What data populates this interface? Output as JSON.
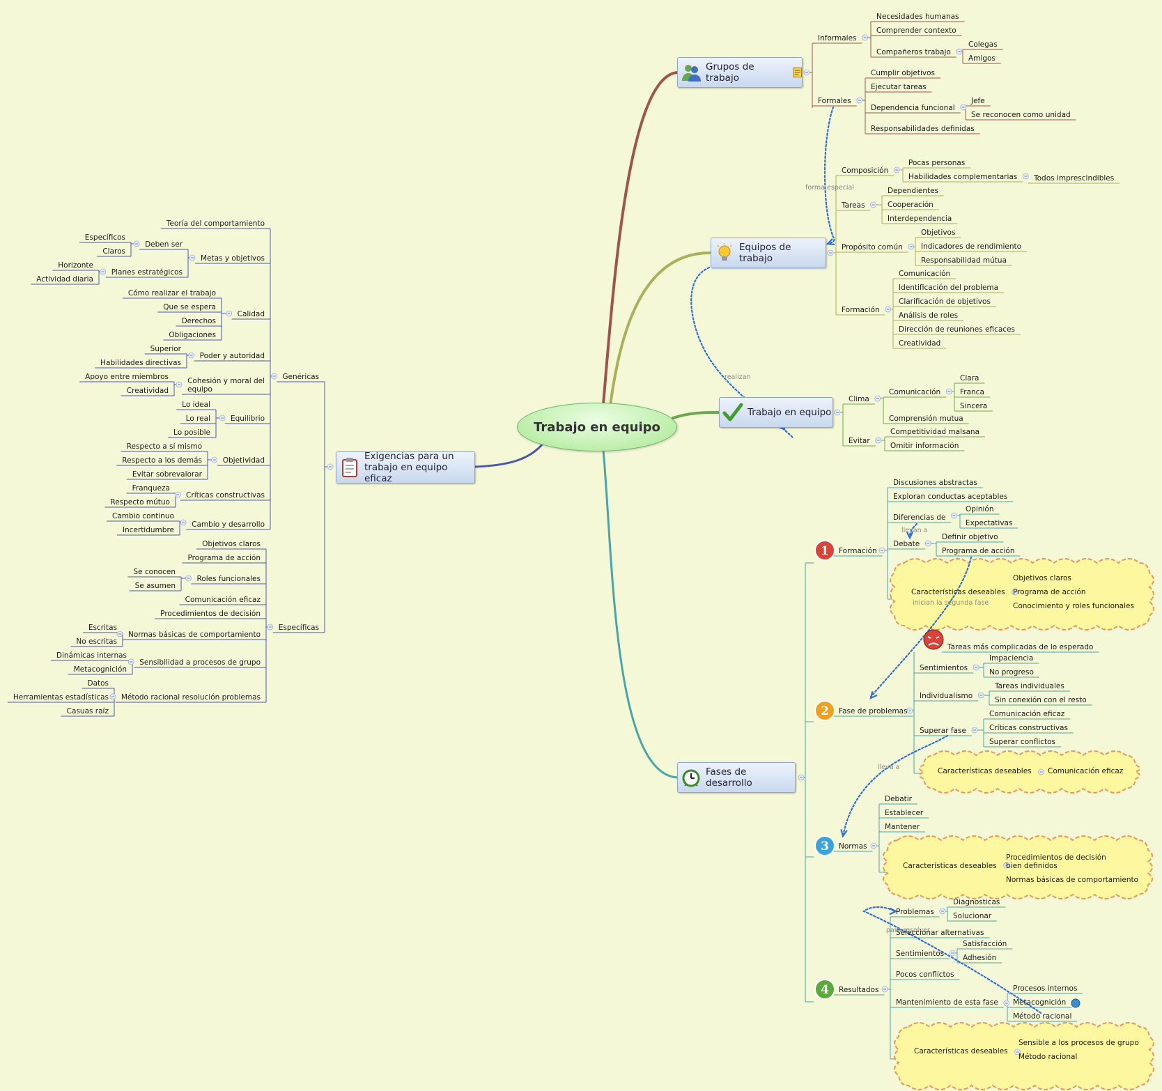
{
  "central": "Trabajo en equipo",
  "topics": [
    {
      "id": "grupos",
      "label": "Grupos de trabajo",
      "icon": "group-users-icon",
      "note_icon": "note-icon",
      "color": "#a0524f"
    },
    {
      "id": "equipos",
      "label": "Equipos de trabajo",
      "icon": "lightbulb-icon",
      "color": "#a8b15a"
    },
    {
      "id": "trabajo",
      "label": "Trabajo en equipo",
      "icon": "checkmark-icon",
      "color": "#6aa84f"
    },
    {
      "id": "fases",
      "label": "Fases de desarrollo",
      "icon": "alarm-clock-icon",
      "color": "#4aa5a8"
    },
    {
      "id": "exigencias",
      "label": "Exigencias para un trabajo en equipo eficaz",
      "label_lines": [
        "Exigencias para un",
        "trabajo en equipo eficaz"
      ],
      "icon": "clipboard-icon",
      "color": "#4b56b0"
    }
  ],
  "grupos": {
    "informales": {
      "label": "Informales",
      "children": [
        "Necesidades humanas",
        "Comprender contexto",
        "Compañeros trabajo"
      ],
      "companeros": [
        "Colegas",
        "Amigos"
      ]
    },
    "formales": {
      "label": "Formales",
      "children": [
        "Cumplir objetivos",
        "Ejecutar tareas",
        "Dependencia funcional",
        "Responsabilidades definidas"
      ],
      "dependencia": [
        "Jefe",
        "Se reconocen como unidad"
      ]
    }
  },
  "equipos": {
    "composicion": {
      "label": "Composición",
      "children": [
        "Pocas personas",
        "Habilidades complementarias"
      ],
      "habilidades": [
        "Todos imprescindibles"
      ]
    },
    "tareas": {
      "label": "Tareas",
      "children": [
        "Dependientes",
        "Cooperación",
        "Interdependencia"
      ]
    },
    "proposito": {
      "label": "Propósito común",
      "children": [
        "Objetivos",
        "Indicadores de rendimiento",
        "Responsabilidad mútua"
      ]
    },
    "formacion": {
      "label": "Formación",
      "children": [
        "Comunicación",
        "Identificación del problema",
        "Clarificación de objetivos",
        "Análisis de roles",
        "Dirección de reuniones eficaces",
        "Creatividad"
      ]
    }
  },
  "trabajo": {
    "clima": {
      "label": "Clima",
      "comunicacion": "Comunicación",
      "comunicacion_children": [
        "Clara",
        "Franca",
        "Sincera"
      ],
      "comprension": "Comprensión mutua"
    },
    "evitar": {
      "label": "Evitar",
      "children": [
        "Competitividad malsana",
        "Omitir información"
      ]
    }
  },
  "fases": {
    "formacion": {
      "label": "Formación",
      "badge": "1",
      "children": [
        "Discusiones abstractas",
        "Exploran conductas aceptables",
        "Diferencias de",
        "Debate"
      ],
      "diferencias": [
        "Opinión",
        "Expectativas"
      ],
      "debate": [
        "Definir objetivo",
        "Programa de acción"
      ],
      "cloud_label": "Características deseables",
      "cloud_items": [
        "Objetivos claros",
        "Programa de acción",
        "Conocimiento y roles funcionales"
      ]
    },
    "problemas": {
      "label": "Fase de problemas",
      "badge": "2",
      "angry": "Tareas más complicadas de lo esperado",
      "sentimientos": {
        "label": "Sentimientos",
        "children": [
          "Impaciencia",
          "No progreso"
        ]
      },
      "individualismo": {
        "label": "Individualismo",
        "children": [
          "Tareas individuales",
          "Sin conexión con el resto"
        ]
      },
      "superar": {
        "label": "Superar fase",
        "children": [
          "Comunicación eficaz",
          "Críticas constructivas",
          "Superar conflictos"
        ]
      },
      "cloud_label": "Características deseables",
      "cloud_items": [
        "Comunicación eficaz"
      ]
    },
    "normas": {
      "label": "Normas",
      "badge": "3",
      "children": [
        "Debatir",
        "Establecer",
        "Mantener"
      ],
      "cloud_label": "Características deseables",
      "cloud_items": [
        "Procedimientos de decisión bien definidos",
        "Normas básicas de comportamiento"
      ],
      "cloud_item0_lines": [
        "Procedimientos de decisión",
        "bien definidos"
      ]
    },
    "resultados": {
      "label": "Resultados",
      "badge": "4",
      "problemas": {
        "label": "Problemas",
        "children": [
          "Diagnosticas",
          "Solucionar"
        ]
      },
      "seleccionar": "Seleccionar alternativas",
      "sentimientos": {
        "label": "Sentimientos",
        "children": [
          "Satisfacción",
          "Adhesión"
        ]
      },
      "pocos": "Pocos conflictos",
      "mantenimiento": {
        "label": "Mantenimiento de esta fase",
        "children": [
          "Procesos internos",
          "Metacognición",
          "Método racional"
        ]
      },
      "cloud_label": "Características deseables",
      "cloud_items": [
        "Sensible a los procesos de grupo",
        "Método racional"
      ]
    }
  },
  "exigencias": {
    "genericas": {
      "label": "Genéricas",
      "teoria": "Teoría del comportamiento",
      "metas": {
        "label": "Metas y objetivos",
        "deben": {
          "label": "Deben ser",
          "children": [
            "Específicos",
            "Claros"
          ]
        },
        "planes": {
          "label": "Planes estratégicos",
          "children": [
            "Horizonte",
            "Actividad diaria"
          ]
        }
      },
      "calidad": {
        "label": "Calidad",
        "children": [
          "Cómo realizar el trabajo",
          "Que se espera",
          "Derechos",
          "Obligaciones"
        ]
      },
      "poder": {
        "label": "Poder y autoridad",
        "children": [
          "Superior",
          "Habilidades directivas"
        ]
      },
      "cohesion": {
        "label": "Cohesión y moral del equipo",
        "label_lines": [
          "Cohesión y moral del",
          "equipo"
        ],
        "children": [
          "Apoyo entre miembros",
          "Creatividad"
        ]
      },
      "equilibrio": {
        "label": "Equilibrio",
        "children": [
          "Lo ideal",
          "Lo real",
          "Lo posible"
        ]
      },
      "objetividad": {
        "label": "Objetividad",
        "children": [
          "Respecto a sí mismo",
          "Respecto a los demás",
          "Evitar sobrevalorar"
        ]
      },
      "criticas": {
        "label": "Críticas constructivas",
        "children": [
          "Franqueza",
          "Respecto mútuo"
        ]
      },
      "cambio": {
        "label": "Cambio y desarrollo",
        "children": [
          "Cambio continuo",
          "Incertidumbre"
        ]
      }
    },
    "especificas": {
      "label": "Específicas",
      "children": [
        "Objetivos claros",
        "Programa de acción",
        "Comunicación eficaz",
        "Procedimientos de decisión"
      ],
      "roles": {
        "label": "Roles funcionales",
        "children": [
          "Se conocen",
          "Se asumen"
        ]
      },
      "normas": {
        "label": "Normas básicas de comportamiento",
        "children": [
          "Escritas",
          "No escritas"
        ]
      },
      "sensibilidad": {
        "label": "Sensibilidad a procesos de grupo",
        "children": [
          "Dinámicas internas",
          "Metacognición"
        ]
      },
      "metodo": {
        "label": "Método racional resolución problemas",
        "children": [
          "Datos",
          "Herramientas estadísticas",
          "Casuas raíz"
        ]
      }
    }
  },
  "relationships": [
    "forma especial",
    "realizan",
    "llevan a",
    "inician la segunda fase",
    "lleva a",
    "para resolver"
  ]
}
